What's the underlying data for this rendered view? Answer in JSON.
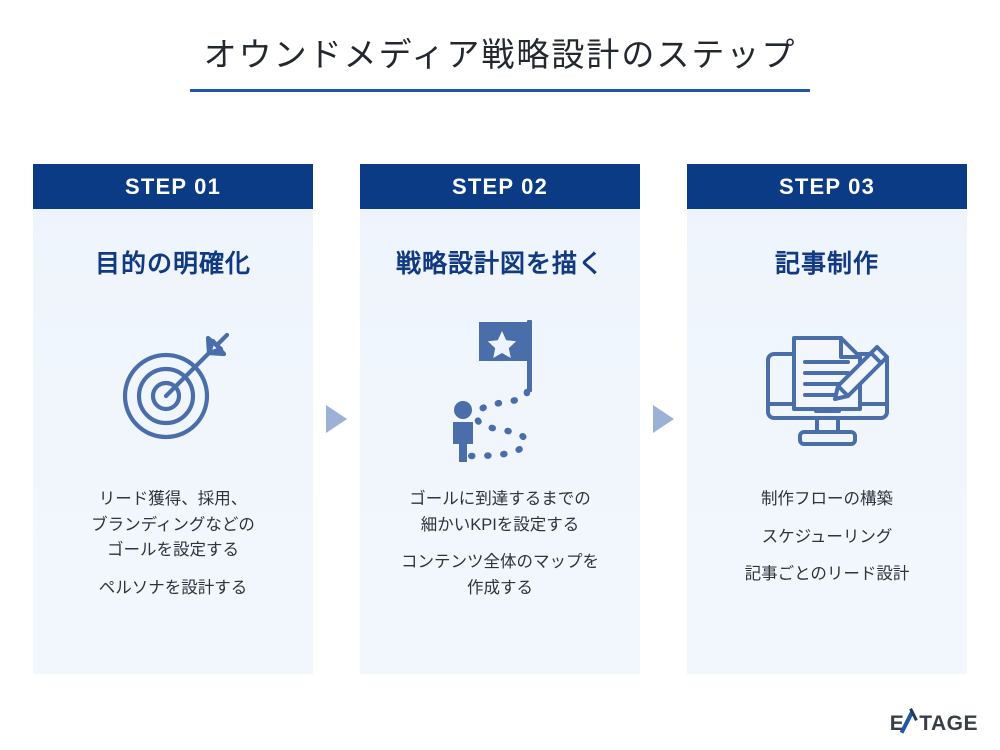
{
  "page": {
    "title": "オウンドメディア戦略設計のステップ",
    "accent_color": "#1f56a5",
    "header_color": "#0b3b85",
    "card_bg_color": "#eef4fc",
    "icon_color": "#4a6ea9",
    "arrow_color": "#9bb2d6"
  },
  "steps": [
    {
      "step_label": "STEP 01",
      "subtitle": "目的の明確化",
      "icon": "target-arrow-icon",
      "lines": [
        "リード獲得、採用、\nブランディングなどの\nゴールを設定する",
        "ペルソナを設計する"
      ]
    },
    {
      "step_label": "STEP 02",
      "subtitle": "戦略設計図を描く",
      "icon": "roadmap-flag-icon",
      "lines": [
        "ゴールに到達するまでの\n細かいKPIを設定する",
        "コンテンツ全体のマップを\n作成する"
      ]
    },
    {
      "step_label": "STEP 03",
      "subtitle": "記事制作",
      "icon": "monitor-document-pencil-icon",
      "lines": [
        "制作フローの構築",
        "スケジューリング",
        "記事ごとのリード設計"
      ]
    }
  ],
  "connectors": [
    {
      "icon": "play-triangle-right-icon"
    },
    {
      "icon": "play-triangle-right-icon"
    }
  ],
  "logo": {
    "prefix": "E",
    "x_glyph": "X",
    "suffix": "TAGE"
  }
}
